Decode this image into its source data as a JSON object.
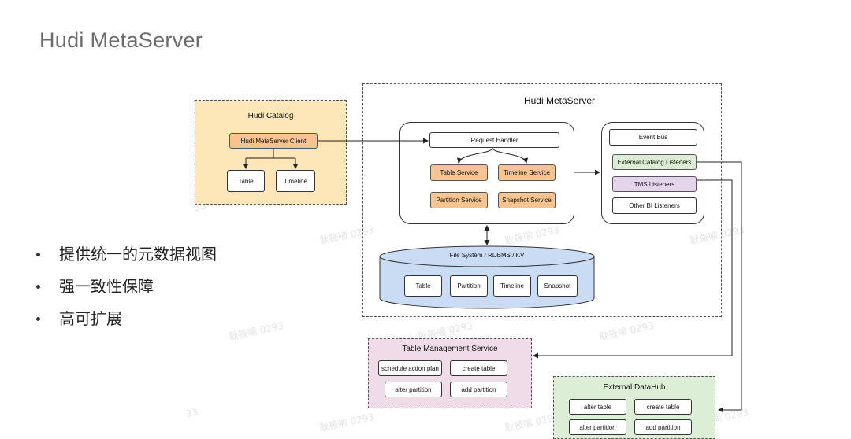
{
  "title": "Hudi MetaServer",
  "bullets": [
    "提供统一的元数据视图",
    "强一致性保障",
    "高可扩展"
  ],
  "diagram": {
    "catalog": {
      "title": "Hudi Catalog",
      "client": "Hudi MetaServer Client",
      "table": "Table",
      "timeline": "Timeline"
    },
    "metaserver": {
      "title": "Hudi MetaServer",
      "request_handler": "Request Handler",
      "table_service": "Table Service",
      "timeline_service": "Timeline Service",
      "partition_service": "Partition Service",
      "snapshot_service": "Snapshot Service",
      "storage": {
        "title": "File System /  RDBMS /  KV",
        "items": [
          "Table",
          "Partition",
          "Timeline",
          "Snapshot"
        ]
      },
      "event_bus": "Event Bus",
      "external_catalog_listeners": "External Catalog Listeners",
      "tms_listeners": "TMS Listeners",
      "other_bi_listeners": "Other BI Listeners"
    },
    "tms": {
      "title": "Table Management Service",
      "items": [
        "schedule action plan",
        "create table",
        "alter partition",
        "add partition"
      ]
    },
    "datahub": {
      "title": "External DataHub",
      "items": [
        "alter table",
        "create table",
        "alter partition",
        "add partition"
      ]
    }
  },
  "colors": {
    "catalog_bg": "#fde7b8",
    "orange_box": "#f7c48f",
    "storage_bg": "#c9dcf3",
    "green_box": "#dbeed5",
    "purple_box": "#e6d3ec",
    "tms_bg": "#f0dbe9",
    "datahub_bg": "#dcefd6"
  }
}
